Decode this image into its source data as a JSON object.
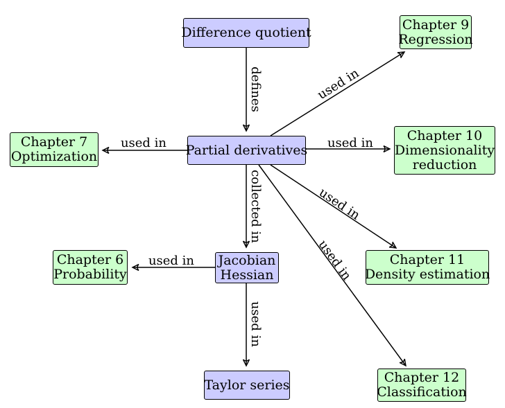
{
  "colors": {
    "concept_fill": "#ccccff",
    "chapter_fill": "#ccffcc",
    "stroke": "#000000"
  },
  "nodes": {
    "difference_quotient": {
      "lines": [
        "Difference quotient"
      ],
      "kind": "concept"
    },
    "partial_derivatives": {
      "lines": [
        "Partial derivatives"
      ],
      "kind": "concept"
    },
    "jacobian_hessian": {
      "lines": [
        "Jacobian",
        "Hessian"
      ],
      "kind": "concept"
    },
    "taylor_series": {
      "lines": [
        "Taylor series"
      ],
      "kind": "concept"
    },
    "chapter_9": {
      "lines": [
        "Chapter 9",
        "Regression"
      ],
      "kind": "chapter"
    },
    "chapter_7": {
      "lines": [
        "Chapter 7",
        "Optimization"
      ],
      "kind": "chapter"
    },
    "chapter_10": {
      "lines": [
        "Chapter 10",
        "Dimensionality",
        "reduction"
      ],
      "kind": "chapter"
    },
    "chapter_11": {
      "lines": [
        "Chapter 11",
        "Density estimation"
      ],
      "kind": "chapter"
    },
    "chapter_6": {
      "lines": [
        "Chapter 6",
        "Probability"
      ],
      "kind": "chapter"
    },
    "chapter_12": {
      "lines": [
        "Chapter 12",
        "Classification"
      ],
      "kind": "chapter"
    }
  },
  "edges": [
    {
      "from": "difference_quotient",
      "to": "partial_derivatives",
      "label": "defines"
    },
    {
      "from": "partial_derivatives",
      "to": "chapter_9",
      "label": "used in"
    },
    {
      "from": "partial_derivatives",
      "to": "chapter_7",
      "label": "used in"
    },
    {
      "from": "partial_derivatives",
      "to": "chapter_10",
      "label": "used in"
    },
    {
      "from": "partial_derivatives",
      "to": "chapter_11",
      "label": "used in"
    },
    {
      "from": "partial_derivatives",
      "to": "chapter_12",
      "label": "used in"
    },
    {
      "from": "partial_derivatives",
      "to": "jacobian_hessian",
      "label": "collected in"
    },
    {
      "from": "jacobian_hessian",
      "to": "chapter_6",
      "label": "used in"
    },
    {
      "from": "jacobian_hessian",
      "to": "taylor_series",
      "label": "used in"
    }
  ]
}
